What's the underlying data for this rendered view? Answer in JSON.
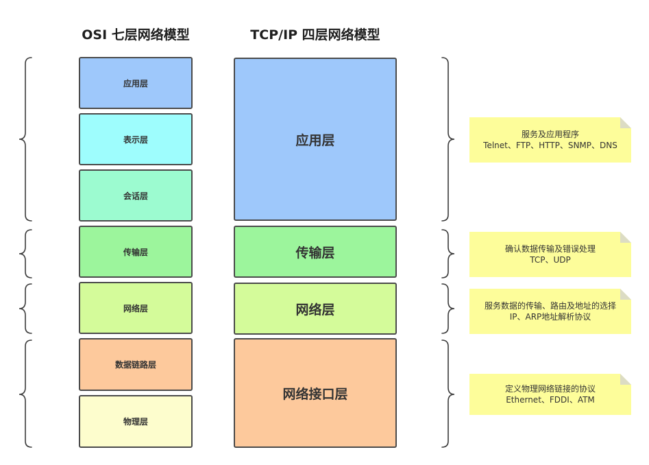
{
  "titles": {
    "osi": "OSI 七层网络模型",
    "tcpip": "TCP/IP 四层网络模型"
  },
  "osi_layers": [
    {
      "label": "应用层",
      "color": "#9ec8fb"
    },
    {
      "label": "表示层",
      "color": "#9efdfd"
    },
    {
      "label": "会话层",
      "color": "#9cfbd0"
    },
    {
      "label": "传输层",
      "color": "#9cf59c"
    },
    {
      "label": "网络层",
      "color": "#d4fb9a"
    },
    {
      "label": "数据链路层",
      "color": "#fdc99c"
    },
    {
      "label": "物理层",
      "color": "#fdfdcd"
    }
  ],
  "tcpip_layers": [
    {
      "label": "应用层",
      "color": "#9ec8fb"
    },
    {
      "label": "传输层",
      "color": "#9cf59c"
    },
    {
      "label": "网络层",
      "color": "#d4fb9a"
    },
    {
      "label": "网络接口层",
      "color": "#fdc99c"
    }
  ],
  "notes": [
    {
      "line1": "服务及应用程序",
      "line2": "Telnet、FTP、HTTP、SNMP、DNS"
    },
    {
      "line1": "确认数据传输及错误处理",
      "line2": "TCP、UDP"
    },
    {
      "line1": "服务数据的传输、路由及地址的选择",
      "line2": "IP、ARP地址解析协议"
    },
    {
      "line1": "定义物理网络链接的协议",
      "line2": "Ethernet、FDDI、ATM"
    }
  ],
  "colors": {
    "note_bg": "#fdfd9a",
    "border": "#4a4a4a",
    "brace": "#3a3a3a"
  }
}
